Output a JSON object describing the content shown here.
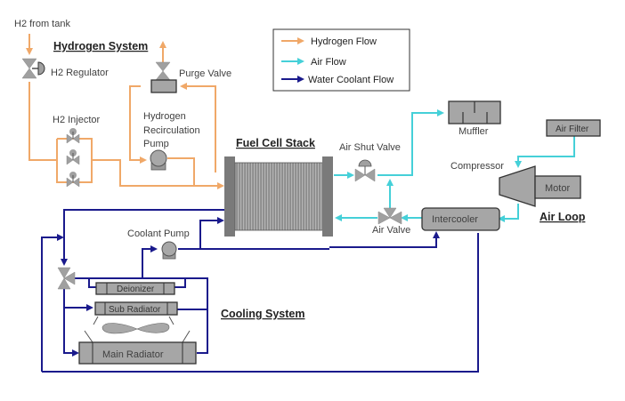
{
  "diagram": {
    "sections": {
      "hydrogen_system": "Hydrogen System",
      "fuel_cell_stack": "Fuel Cell Stack",
      "air_loop": "Air Loop",
      "cooling_system": "Cooling System"
    },
    "legend": {
      "items": [
        {
          "label": "Hydrogen Flow",
          "color": "#f0a868"
        },
        {
          "label": "Air Flow",
          "color": "#45d0d8"
        },
        {
          "label": "Water Coolant Flow",
          "color": "#1a1a8c"
        }
      ]
    },
    "labels": {
      "h2_from_tank": "H2 from tank",
      "h2_regulator": "H2 Regulator",
      "purge_valve": "Purge Valve",
      "h2_injector": "H2 Injector",
      "recirc_pump_line1": "Hydrogen",
      "recirc_pump_line2": "Recirculation",
      "recirc_pump_line3": "Pump",
      "air_shut_valve": "Air Shut Valve",
      "muffler": "Muffler",
      "air_filter": "Air Filter",
      "compressor": "Compressor",
      "motor": "Motor",
      "intercooler": "Intercooler",
      "air_valve": "Air Valve",
      "coolant_pump": "Coolant Pump",
      "deionizer": "Deionizer",
      "sub_radiator": "Sub Radiator",
      "main_radiator": "Main Radiator"
    }
  }
}
